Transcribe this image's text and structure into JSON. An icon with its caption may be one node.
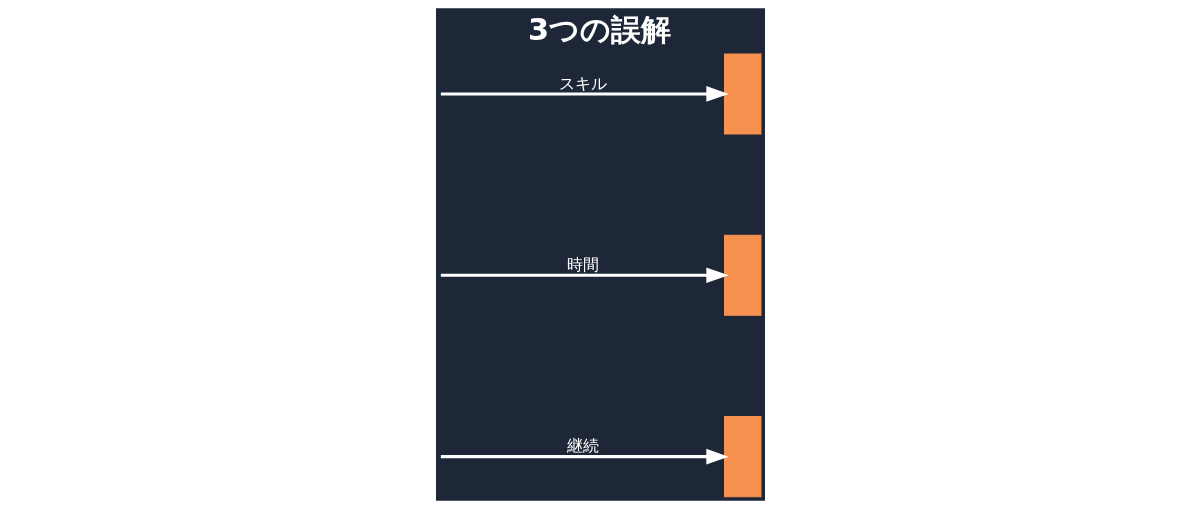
{
  "diagram": {
    "title": "3つの誤解",
    "nodes": [
      {
        "text": [],
        "shape": "bar"
      },
      {
        "text": [],
        "shape": "bar"
      },
      {
        "text": [],
        "shape": "bar"
      }
    ],
    "edges": [
      {
        "from": null,
        "to": 0,
        "arrow": "to",
        "label": "スキル"
      },
      {
        "from": null,
        "to": 1,
        "arrow": "to",
        "label": "時間"
      },
      {
        "from": null,
        "to": 2,
        "arrow": "to",
        "label": "継続"
      }
    ]
  }
}
